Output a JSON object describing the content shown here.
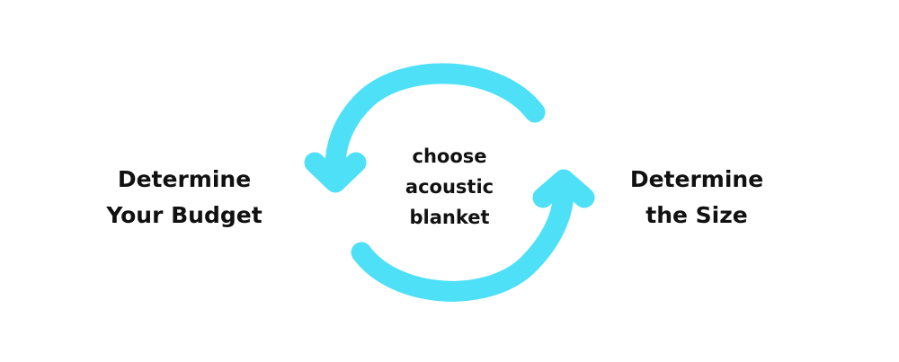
{
  "colors": {
    "arrow": "#4de0f7",
    "text": "#111111",
    "background": "#ffffff"
  },
  "left_step": {
    "line1": "Determine",
    "line2": "Your Budget"
  },
  "center_step": {
    "line1": "choose",
    "line2": "acoustic",
    "line3": "blanket"
  },
  "right_step": {
    "line1": "Determine",
    "line2": "the Size"
  }
}
